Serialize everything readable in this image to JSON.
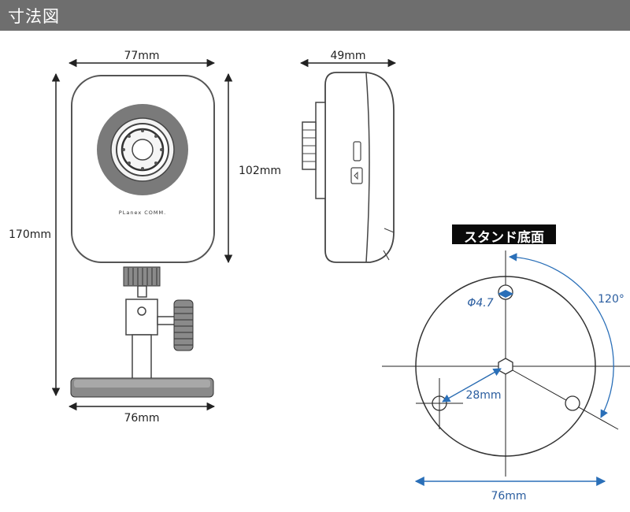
{
  "header": {
    "title": "寸法図"
  },
  "front_view": {
    "width": "77mm",
    "body_height": "102mm",
    "total_height": "170mm",
    "base_width": "76mm",
    "brand": "PLanex COMM."
  },
  "side_view": {
    "depth": "49mm"
  },
  "stand_bottom": {
    "label": "スタンド底面",
    "hole_diameter": "Φ4.7",
    "angle": "120°",
    "radius": "28mm",
    "width": "76mm"
  },
  "colors": {
    "header_bg": "#6e6e6e",
    "dim_blue": "#2a5d9f",
    "lens_ring": "#7a7a7a"
  }
}
